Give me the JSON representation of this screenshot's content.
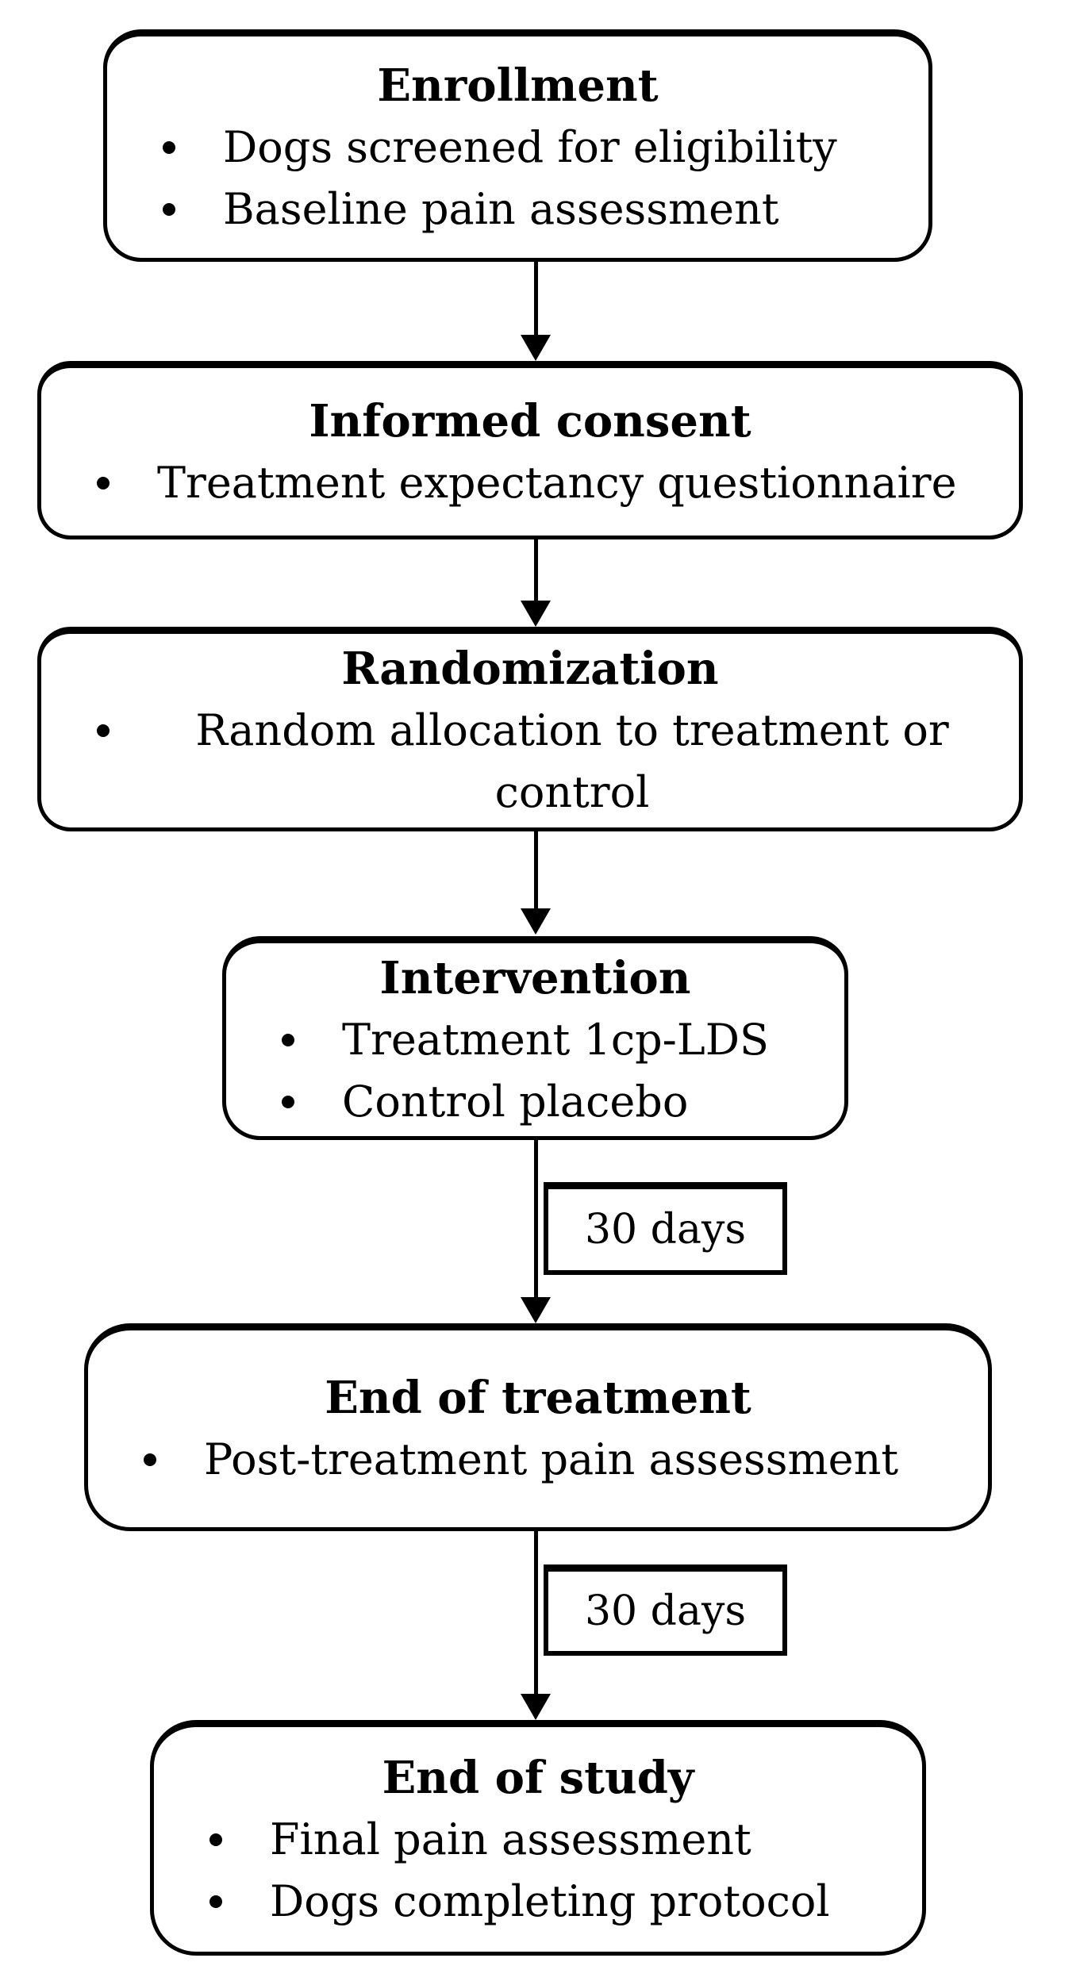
{
  "diagram": {
    "type": "flowchart",
    "background_color": "#ffffff",
    "stroke_color": "#000000",
    "boxes": [
      {
        "id": "enrollment",
        "title": "Enrollment",
        "bullets": [
          "Dogs screened for eligibility",
          "Baseline pain assessment"
        ]
      },
      {
        "id": "informed-consent",
        "title": "Informed consent",
        "bullets": [
          "Treatment expectancy questionnaire"
        ]
      },
      {
        "id": "randomization",
        "title": "Randomization",
        "bullets": [
          "Random allocation to treatment or control"
        ]
      },
      {
        "id": "intervention",
        "title": "Intervention",
        "bullets": [
          "Treatment 1cp-LDS",
          "Control placebo"
        ]
      },
      {
        "id": "end-of-treatment",
        "title": "End of treatment",
        "bullets": [
          "Post-treatment pain assessment"
        ]
      },
      {
        "id": "end-of-study",
        "title": "End of study",
        "bullets": [
          "Final pain assessment",
          "Dogs completing protocol"
        ]
      }
    ],
    "intervals": [
      {
        "label": "30 days"
      },
      {
        "label": "30 days"
      }
    ]
  }
}
